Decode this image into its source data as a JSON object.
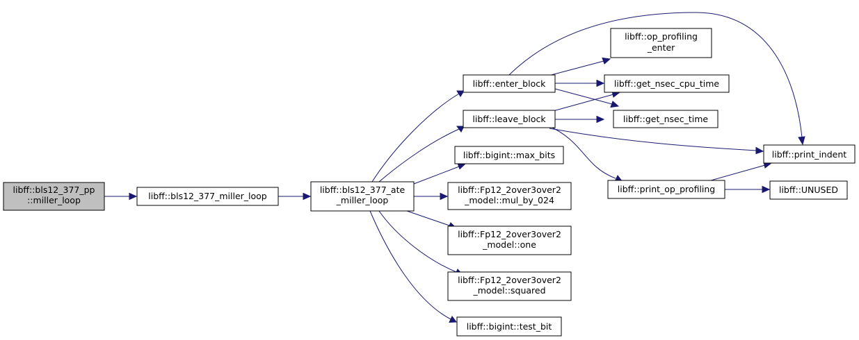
{
  "colors": {
    "edge": "#191970",
    "root_fill": "#bfbfbf",
    "node_fill": "#ffffff",
    "border": "#000000"
  },
  "nodes": {
    "root": {
      "lines": [
        "libff::bls12_377_pp",
        "::miller_loop"
      ]
    },
    "miller_loop": {
      "lines": [
        "libff::bls12_377_miller_loop"
      ]
    },
    "ate_miller_loop": {
      "lines": [
        "libff::bls12_377_ate",
        "_miller_loop"
      ]
    },
    "enter_block": {
      "lines": [
        "libff::enter_block"
      ]
    },
    "leave_block": {
      "lines": [
        "libff::leave_block"
      ]
    },
    "max_bits": {
      "lines": [
        "libff::bigint::max_bits"
      ]
    },
    "mul_by_024": {
      "lines": [
        "libff::Fp12_2over3over2",
        "_model::mul_by_024"
      ]
    },
    "one": {
      "lines": [
        "libff::Fp12_2over3over2",
        "_model::one"
      ]
    },
    "squared": {
      "lines": [
        "libff::Fp12_2over3over2",
        "_model::squared"
      ]
    },
    "test_bit": {
      "lines": [
        "libff::bigint::test_bit"
      ]
    },
    "op_profiling_enter": {
      "lines": [
        "libff::op_profiling",
        "_enter"
      ]
    },
    "get_nsec_cpu_time": {
      "lines": [
        "libff::get_nsec_cpu_time"
      ]
    },
    "get_nsec_time": {
      "lines": [
        "libff::get_nsec_time"
      ]
    },
    "print_indent": {
      "lines": [
        "libff::print_indent"
      ]
    },
    "print_op_profiling": {
      "lines": [
        "libff::print_op_profiling"
      ]
    },
    "unused": {
      "lines": [
        "libff::UNUSED"
      ]
    }
  }
}
